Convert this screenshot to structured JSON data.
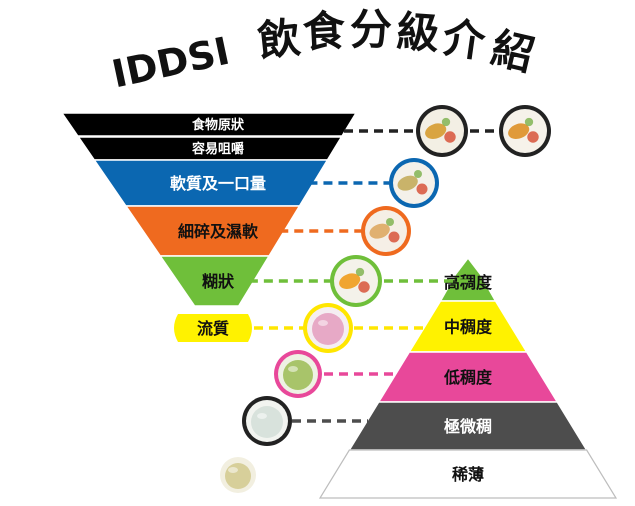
{
  "title": {
    "latin": "IDDSI",
    "chars": [
      "飲",
      "食",
      "分",
      "級",
      "介",
      "紹"
    ]
  },
  "food_levels": [
    {
      "label": "食物原狀",
      "color": "#000000",
      "text_color": "#ffffff",
      "connector_color": "#222222"
    },
    {
      "label": "容易咀嚼",
      "color": "#000000",
      "text_color": "#ffffff",
      "connector_color": "#222222"
    },
    {
      "label": "軟質及一口量",
      "color": "#0b67b1",
      "text_color": "#ffffff",
      "connector_color": "#0b67b1"
    },
    {
      "label": "細碎及濕軟",
      "color": "#ef6a1f",
      "text_color": "#111111",
      "connector_color": "#ef6a1f"
    },
    {
      "label": "糊狀",
      "color": "#6fbf3a",
      "text_color": "#111111",
      "connector_color": "#6fbf3a"
    }
  ],
  "shared_level": {
    "label": "流質",
    "color": "#fff200",
    "connector_color": "#ffe600"
  },
  "drink_levels": [
    {
      "label": "高稠度",
      "color": "#6fbf3a",
      "text_color": "#111111"
    },
    {
      "label": "中稠度",
      "color": "#fff200",
      "text_color": "#111111"
    },
    {
      "label": "低稠度",
      "color": "#e8489a",
      "text_color": "#111111"
    },
    {
      "label": "極微稠",
      "color": "#4d4d4d",
      "text_color": "#ffffff"
    },
    {
      "label": "稀薄",
      "color": "#ffffff",
      "text_color": "#111111"
    }
  ],
  "food_photos": [
    {
      "name": "regular-meal-photo",
      "ring": "#222222",
      "fill": "#f3efe4",
      "food": "#d9a441"
    },
    {
      "name": "soft-fish-photo",
      "ring": "#222222",
      "fill": "#f6f2ea",
      "food": "#e09a3a"
    },
    {
      "name": "soft-bite-sized-photo",
      "ring": "#0b67b1",
      "fill": "#f4f1ea",
      "food": "#c9b36a"
    },
    {
      "name": "minced-moist-photo",
      "ring": "#ef6a1f",
      "fill": "#f5efe6",
      "food": "#e0b070"
    },
    {
      "name": "puree-photo",
      "ring": "#6fbf3a",
      "fill": "#f4f2ea",
      "food": "#f0a531"
    },
    {
      "name": "liquidised-drink-photo",
      "ring": "#ffe600",
      "fill": "#f5eef2",
      "food": "#e7a9c6"
    },
    {
      "name": "mildly-thick-drink-photo",
      "ring": "#e8489a",
      "fill": "#eef2e4",
      "food": "#a8c46a"
    },
    {
      "name": "slightly-thick-drink-photo",
      "ring": "#222222",
      "fill": "#f2f4f0",
      "food": "#d8e2dc"
    },
    {
      "name": "thin-drink-photo",
      "ring": "#ffffff",
      "fill": "#f2efe0",
      "food": "#d7cf9a"
    }
  ]
}
